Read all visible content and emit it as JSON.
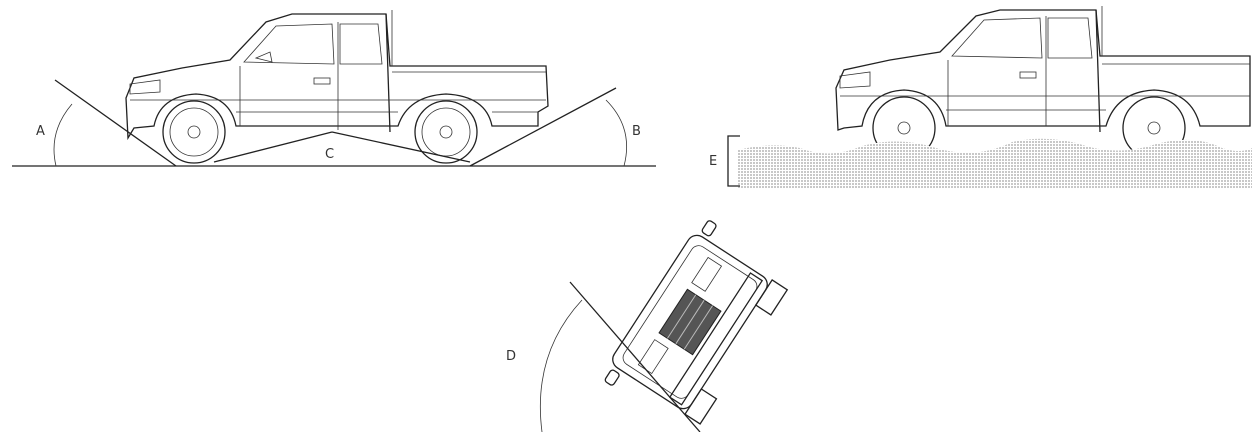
{
  "labels": {
    "approach_angle": "A",
    "departure_angle": "B",
    "ramp_breakover_angle": "C",
    "side_tilt_angle": "D",
    "wading_depth": "E"
  },
  "colors": {
    "line": "#222222",
    "water": "#d4d4d4"
  }
}
